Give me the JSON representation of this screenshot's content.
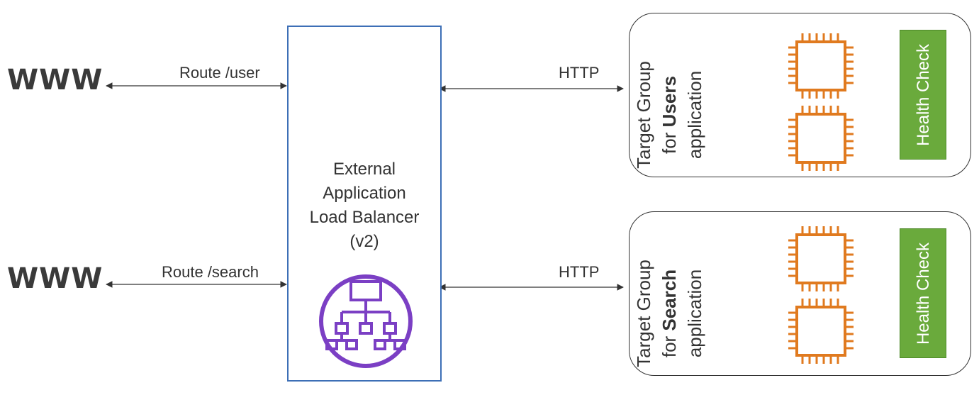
{
  "left": {
    "www_top": "WWW",
    "www_bottom": "WWW",
    "route_user": "Route /user",
    "route_search": "Route /search"
  },
  "alb": {
    "line1": "External",
    "line2": "Application",
    "line3": "Load Balancer",
    "line4": "(v2)",
    "icon": "load-balancer-icon",
    "icon_color": "#7b3fc4",
    "border_color": "#3d6fb6"
  },
  "right": {
    "http_top": "HTTP",
    "http_bottom": "HTTP"
  },
  "target_groups": [
    {
      "title_line1": "Target Group",
      "title_for": "for ",
      "title_bold": "Users",
      "title_line3": "application",
      "health_check": "Health Check"
    },
    {
      "title_line1": "Target Group",
      "title_for": "for ",
      "title_bold": "Search",
      "title_line3": "application",
      "health_check": "Health Check"
    }
  ],
  "colors": {
    "ec2_orange": "#e07a1f",
    "health_check_green": "#6aaa3c"
  }
}
